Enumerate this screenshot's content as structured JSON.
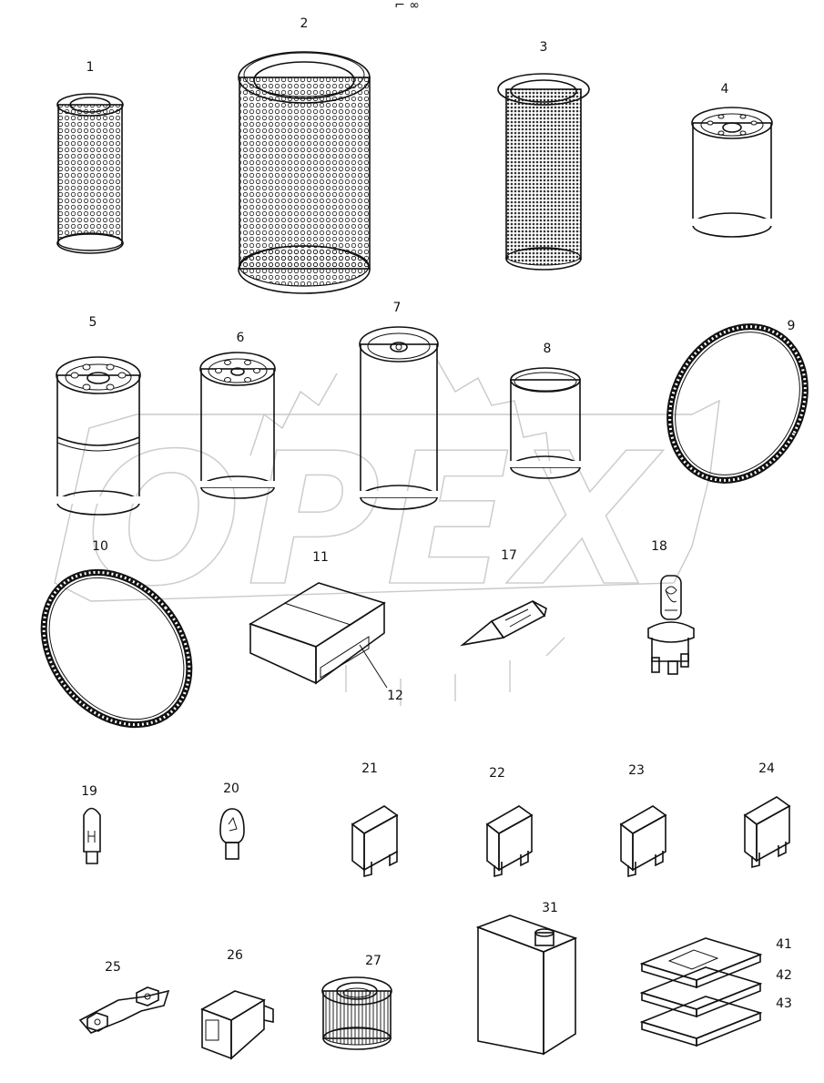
{
  "watermark": "OPEX",
  "corner_mark": "⌐ ∞",
  "labels": {
    "p1": "1",
    "p2": "2",
    "p3": "3",
    "p4": "4",
    "p5": "5",
    "p6": "6",
    "p7": "7",
    "p8": "8",
    "p9": "9",
    "p10": "10",
    "p11": "11",
    "p12": "12",
    "p17": "17",
    "p18": "18",
    "p19": "19",
    "p20": "20",
    "p21": "21",
    "p22": "22",
    "p23": "23",
    "p24": "24",
    "p25": "25",
    "p26": "26",
    "p27": "27",
    "p31": "31",
    "p41": "41",
    "p42": "42",
    "p43": "43"
  }
}
